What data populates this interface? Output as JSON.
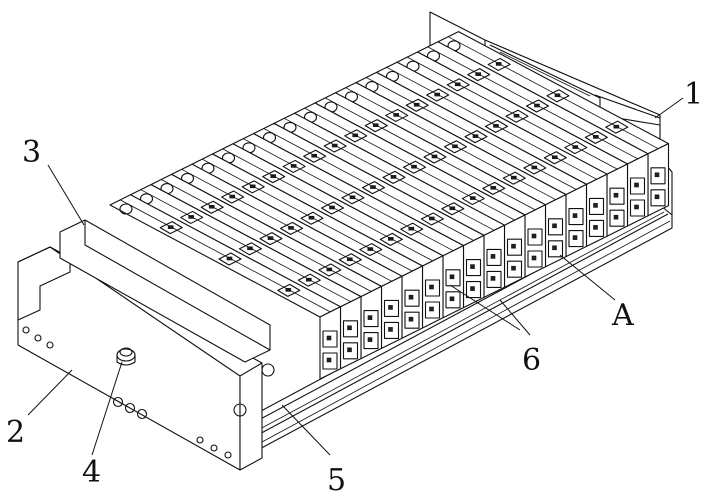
{
  "figure": {
    "reference_labels": [
      {
        "id": "1",
        "text": "1"
      },
      {
        "id": "2",
        "text": "2"
      },
      {
        "id": "3",
        "text": "3"
      },
      {
        "id": "4",
        "text": "4"
      },
      {
        "id": "5",
        "text": "5"
      },
      {
        "id": "6",
        "text": "6"
      },
      {
        "id": "A",
        "text": "A"
      }
    ]
  }
}
